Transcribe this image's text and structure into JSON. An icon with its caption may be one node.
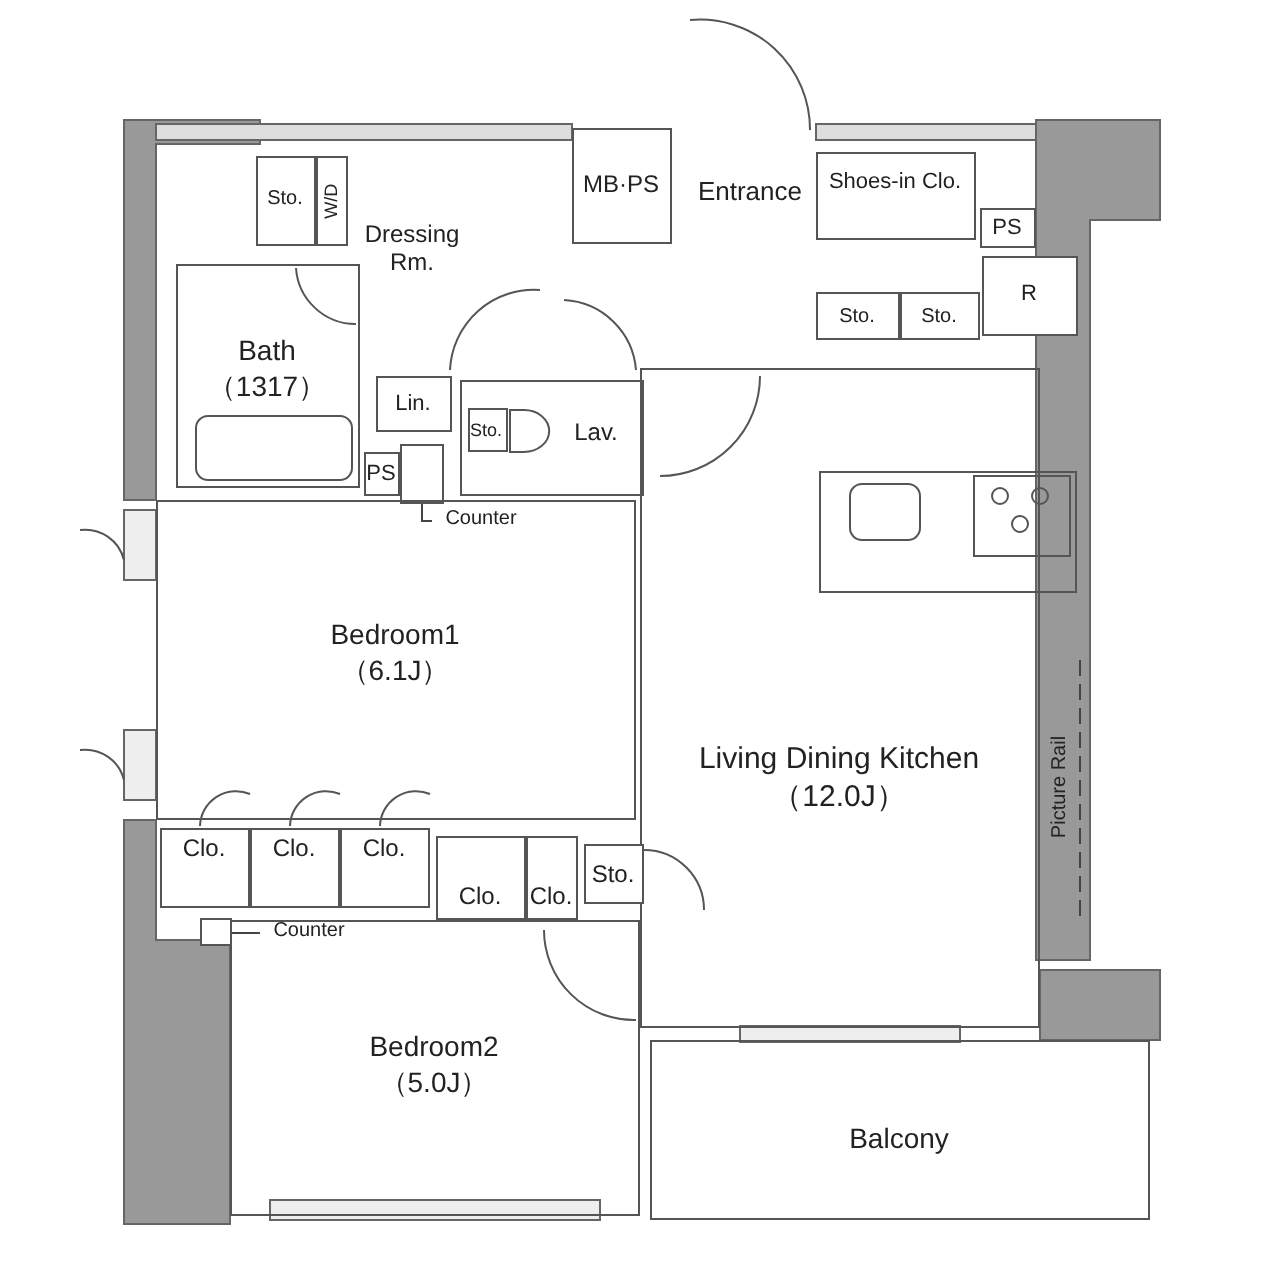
{
  "diagram": {
    "nodes": [
      {
        "text": [
          "Sto."
        ]
      },
      {
        "text": [
          "W/D"
        ]
      },
      {
        "text": [
          "Dressing Rm."
        ]
      },
      {
        "text": [
          "MB·PS"
        ]
      },
      {
        "text": [
          "Entrance"
        ]
      },
      {
        "text": [
          "Shoes-in Clo."
        ]
      },
      {
        "text": [
          "PS"
        ]
      },
      {
        "text": [
          "Bath （1317）"
        ]
      },
      {
        "text": [
          "Sto."
        ]
      },
      {
        "text": [
          "Sto."
        ]
      },
      {
        "text": [
          "R"
        ]
      },
      {
        "text": [
          "Lin."
        ]
      },
      {
        "text": [
          "Sto."
        ],
        "in": 13
      },
      {
        "text": [
          "Lav."
        ]
      },
      {
        "text": [
          "PS"
        ]
      },
      {
        "text": [
          "Counter"
        ],
        "in": 17
      },
      {
        "text": [],
        "shape": "box"
      },
      {
        "text": [
          "Bedroom1 （6.1J）"
        ]
      },
      {
        "text": [
          "Living Dining Kitchen （12.0J）"
        ],
        "beside": [
          "Picture Rail"
        ]
      },
      {
        "text": [
          "Clo."
        ]
      },
      {
        "text": [
          "Clo."
        ]
      },
      {
        "text": [
          "Clo."
        ]
      },
      {
        "text": [
          "Clo."
        ]
      },
      {
        "text": [
          "Clo."
        ]
      },
      {
        "text": [
          "Sto."
        ]
      },
      {
        "text": [
          "Counter"
        ],
        "in": 27
      },
      {
        "text": [],
        "shape": "box"
      },
      {
        "text": [
          "Bedroom2 （5.0J）"
        ]
      },
      {
        "text": [
          "Balcony"
        ]
      }
    ],
    "edges": [
      {
        "from": 15,
        "to": 16,
        "arrow": "none"
      },
      {
        "from": 25,
        "to": 26,
        "arrow": "none"
      }
    ]
  }
}
